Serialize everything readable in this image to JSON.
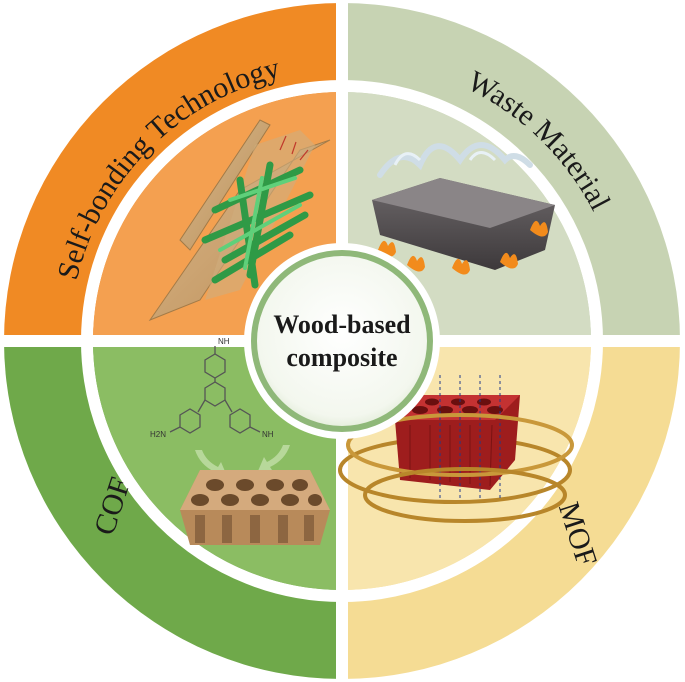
{
  "center": {
    "line1": "Wood-based",
    "line2": "composite"
  },
  "quadrants": [
    {
      "id": "self-bonding",
      "label": "Self-bonding Technology",
      "outer_color": "#f08a24",
      "inner_color": "#f4a050"
    },
    {
      "id": "waste-material",
      "label": "Waste Material",
      "outer_color": "#c7d3b3",
      "inner_color": "#d3dcc3"
    },
    {
      "id": "cof",
      "label": "COF",
      "outer_color": "#6fa94a",
      "inner_color": "#8bbd63"
    },
    {
      "id": "mof",
      "label": "MOF",
      "outer_color": "#f5dc94",
      "inner_color": "#f8e5ad"
    }
  ],
  "cof_molecule": {
    "amine_label": "NH",
    "amine_label_small": "H2N"
  }
}
